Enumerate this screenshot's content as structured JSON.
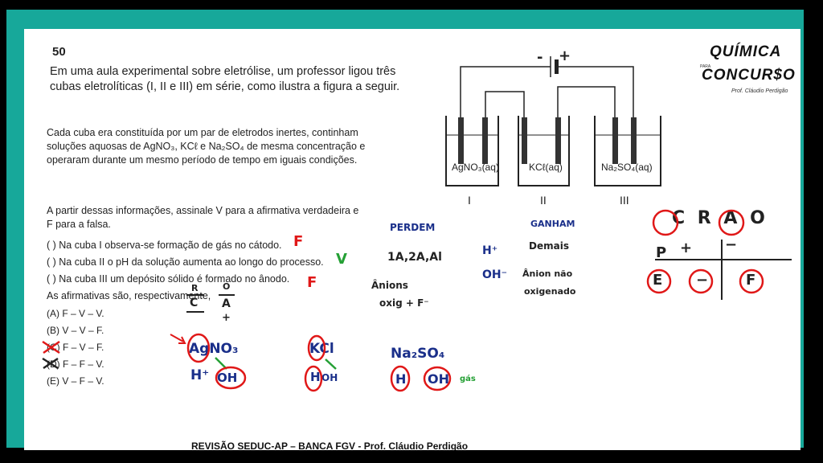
{
  "question": {
    "number": "50",
    "text": "Em uma aula experimental sobre eletrólise, um professor ligou três cubas eletrolíticas (I, II e III) em série, como ilustra a figura a seguir.",
    "paragraph": "Cada cuba era constituída por um par de eletrodos inertes, continham soluções aquosas de AgNO₃, KCℓ e Na₂SO₄ de mesma concentração e operaram durante um mesmo período de tempo em iguais condições.",
    "instruction": "A partir dessas informações, assinale V para a afirmativa verdadeira e F para a falsa.",
    "statements": [
      "( ) Na cuba I observa-se formação de gás no cátodo.",
      "( ) Na cuba II o pH da solução aumenta ao longo do processo.",
      "( ) Na cuba III um depósito sólido é formado no ânodo."
    ],
    "options_intro": "As afirmativas são, respectivamente,",
    "options": [
      "(A)  F – V – V.",
      "(B)  V – V – F.",
      "(C)  F – V – F.",
      "(D)  F – F – V.",
      "(E)  V – F – V."
    ]
  },
  "diagram": {
    "battery_minus": "-",
    "battery_plus": "+",
    "cells": [
      {
        "solution": "AgNO₃(aq)",
        "roman": "I"
      },
      {
        "solution": "KCℓ(aq)",
        "roman": "II"
      },
      {
        "solution": "Na₂SO₄(aq)",
        "roman": "III"
      }
    ]
  },
  "logo": {
    "line1": "QUÍMICA",
    "small": "PARA",
    "line2": "CONCUR$O",
    "author": "Prof. Cláudio Perdigão"
  },
  "handwriting": {
    "answers": [
      "F",
      "V",
      "F"
    ],
    "perdem": "PERDEM",
    "ganham": "GANHAM",
    "families": "1A,2A,Al",
    "anions": "Ânions",
    "oxig": "oxig + F⁻",
    "h_plus": "H⁺",
    "oh_minus": "OH⁻",
    "demais": "Demais",
    "anion_nao": "Ânion não",
    "oxigenado": "oxigenado",
    "cra": "C R A O",
    "p": "P",
    "plus": "+",
    "minus": "−",
    "e": "E",
    "dash": "−",
    "f": "F",
    "rc": "R",
    "c": "C",
    "oa": "O",
    "a": "A",
    "plus2": "+",
    "agno3": "AgNO₃",
    "kcl": "KCl",
    "na2so4": "Na₂SO₄",
    "h1": "H⁺",
    "oh1": "OH",
    "h2": "H",
    "oh2": "OH",
    "h3": "H",
    "oh3": "OH",
    "gas": "gás"
  },
  "footer": "REVISÃO SEDUC-AP – BANCA FGV -  Prof. Cláudio Perdigão"
}
